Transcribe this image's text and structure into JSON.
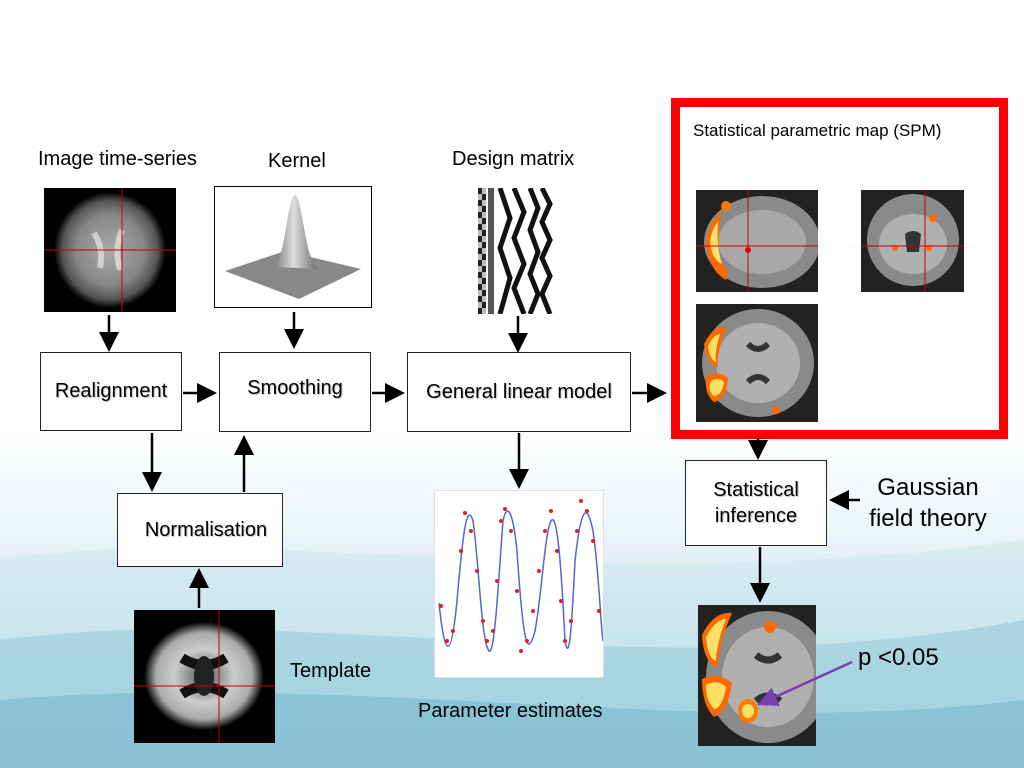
{
  "slide": {
    "title": "Overview of SPM",
    "accent_frame_color": "#ff0000",
    "labels": {
      "image_time_series": "Image time-series",
      "kernel": "Kernel",
      "design_matrix": "Design matrix",
      "spm_map": "Statistical parametric map (SPM)",
      "template": "Template",
      "parameter_estimates": "Parameter estimates",
      "gaussian_field_theory": "Gaussian field theory",
      "p_value": "p <0.05"
    },
    "boxes": {
      "realignment": "Realignment",
      "smoothing": "Smoothing",
      "general_linear_model": "General linear model",
      "normalisation": "Normalisation",
      "statistical_inference": "Statistical inference"
    }
  }
}
